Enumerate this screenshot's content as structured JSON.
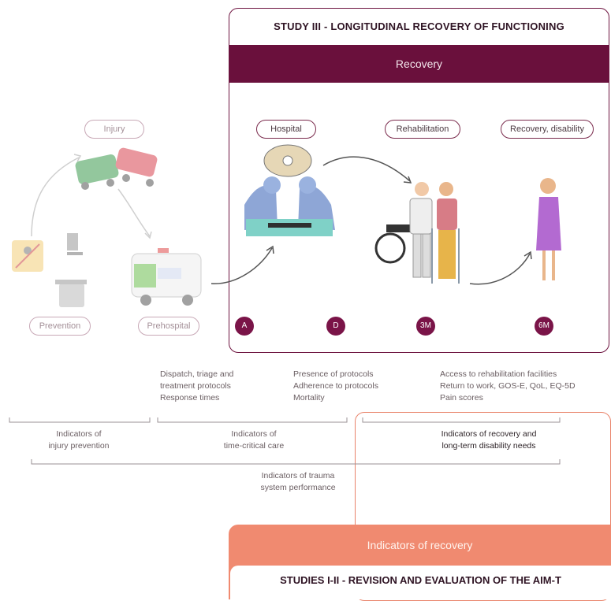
{
  "study3": {
    "title": "STUDY III - LONGITUDINAL RECOVERY OF FUNCTIONING",
    "band": "Recovery"
  },
  "stages": {
    "injury": "Injury",
    "prevention": "Prevention",
    "prehospital": "Prehospital",
    "hospital": "Hospital",
    "rehabilitation": "Rehabilitation",
    "recovery": "Recovery, disability"
  },
  "markers": {
    "a": "A",
    "d": "D",
    "m3": "3M",
    "m6": "6M"
  },
  "notes": {
    "prehospital": [
      "Dispatch, triage and",
      "treatment protocols",
      "Response times"
    ],
    "hospital": [
      "Presence of protocols",
      "Adherence to protocols",
      "Mortality"
    ],
    "recovery": [
      "Access to rehabilitation facilities",
      "Return to work, GOS-E, QoL, EQ-5D",
      "Pain scores"
    ]
  },
  "indicators": {
    "prevention": [
      "Indicators of",
      "injury prevention"
    ],
    "time_critical": [
      "Indicators of",
      "time-critical care"
    ],
    "recovery_needs": [
      "Indicators of recovery and",
      "long-term disability needs"
    ],
    "system": [
      "Indicators of trauma",
      "system performance"
    ]
  },
  "studies12": {
    "band": "Indicators of recovery",
    "title": "STUDIES I-II - REVISION AND EVALUATION OF THE AIM-T"
  },
  "colors": {
    "plum": "#6a103c",
    "coral": "#f08a70",
    "faded_pink": "#c8a8b6"
  }
}
